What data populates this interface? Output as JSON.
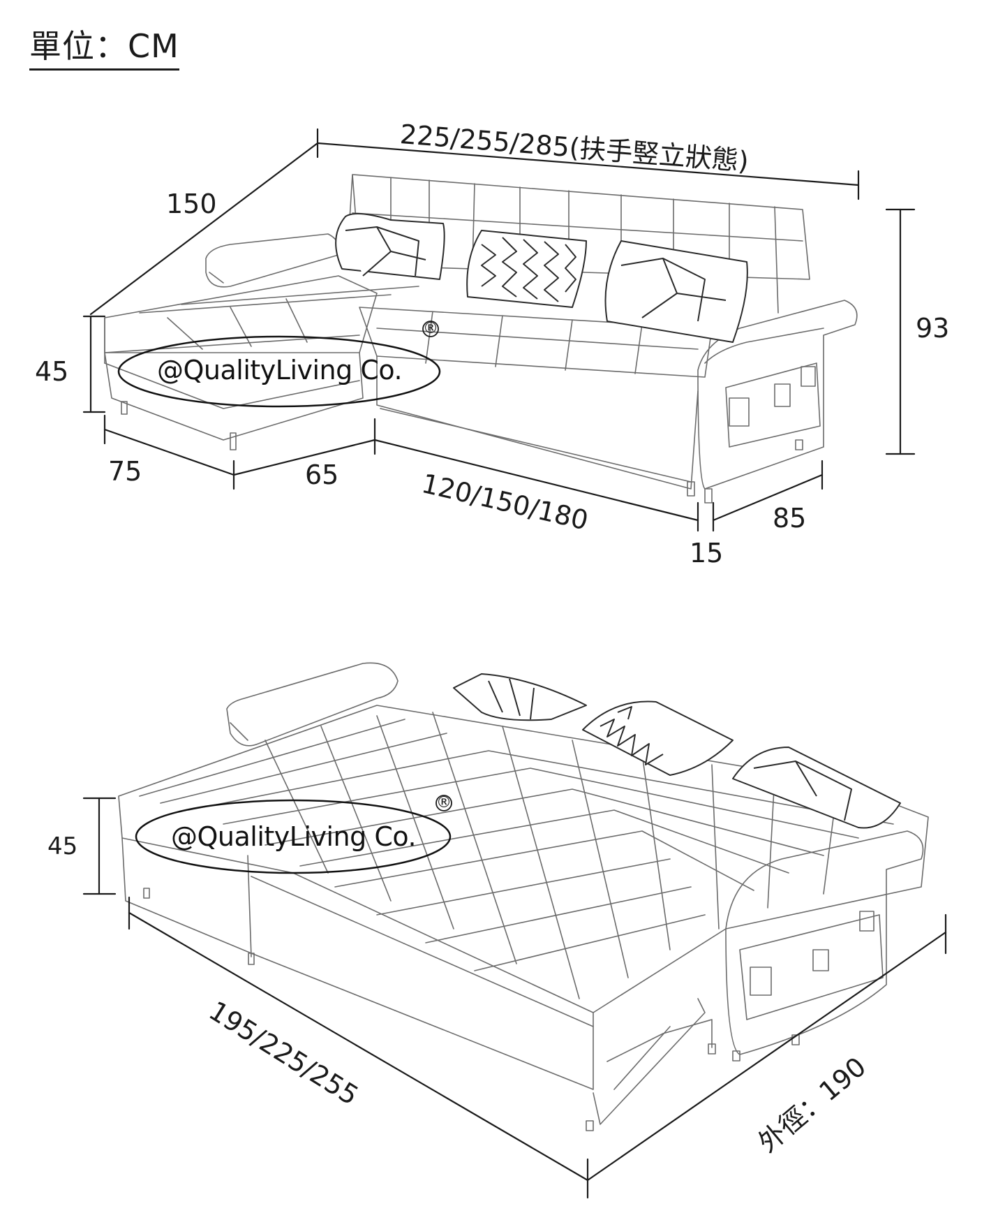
{
  "unit_label": "單位：CM",
  "top_view": {
    "width_label": "225/255/285(扶手竪立狀態)",
    "depth_label": "150",
    "height_label": "93",
    "seat_height_label": "45",
    "chaise_width_label": "75",
    "chaise_gap_label": "65",
    "seat_width_label": "120/150/180",
    "arm_width_label": "15",
    "arm_depth_label": "85",
    "watermark": "@QualityLiving Co.",
    "registered_mark": "®"
  },
  "bed_view": {
    "seat_height_label": "45",
    "length_label": "195/225/255",
    "outer_diameter_label": "外徑：190",
    "watermark": "@QualityLiving Co.",
    "registered_mark": "®"
  },
  "colors": {
    "line": "#1a1a1a",
    "sketch": "#6b6b6b",
    "background": "#ffffff"
  }
}
